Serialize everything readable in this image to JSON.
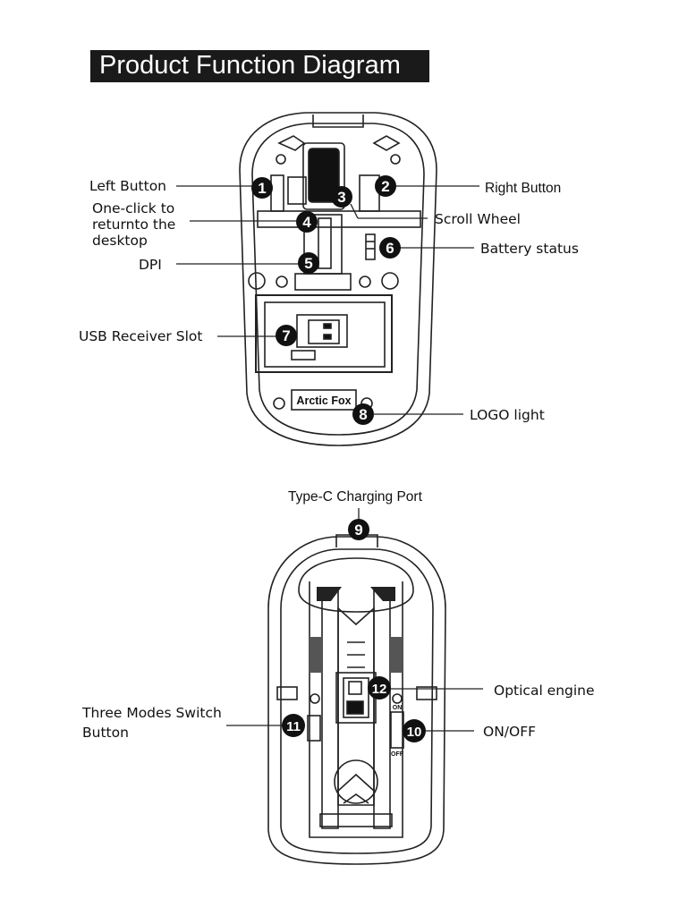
{
  "title": "Product Function Diagram",
  "top_view": {
    "callouts": [
      {
        "number": "1",
        "label": "Left Button"
      },
      {
        "number": "2",
        "label": "Right Button"
      },
      {
        "number": "3",
        "label": "Scroll Wheel"
      },
      {
        "number": "4",
        "label_lines": [
          "One-click to",
          "returnto the",
          "desktop"
        ]
      },
      {
        "number": "5",
        "label": "DPI"
      },
      {
        "number": "6",
        "label": "Battery status"
      },
      {
        "number": "7",
        "label": "USB Receiver Slot"
      },
      {
        "number": "8",
        "label": "LOGO light"
      }
    ],
    "logo_text": "Arctic Fox"
  },
  "bottom_view": {
    "callouts": [
      {
        "number": "9",
        "label": "Type-C Charging Port"
      },
      {
        "number": "10",
        "label": "ON/OFF"
      },
      {
        "number": "11",
        "label_lines": [
          "Three Modes Switch",
          "Button"
        ]
      },
      {
        "number": "12",
        "label": "Optical engine"
      }
    ],
    "switch_on": "ON",
    "switch_off": "OFF"
  }
}
